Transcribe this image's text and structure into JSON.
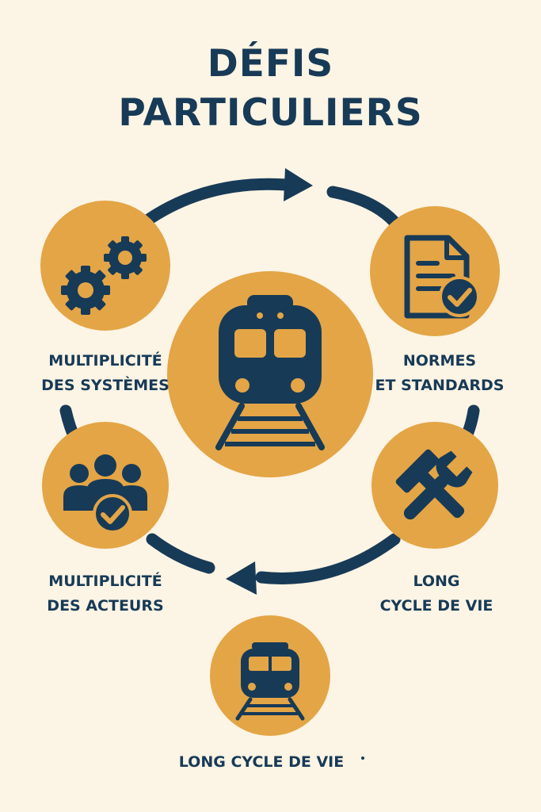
{
  "title": {
    "line1": "DÉFIS",
    "line2": "PARTICULIERS"
  },
  "colors": {
    "background": "#fcf4e4",
    "accent": "#e3a546",
    "navy": "#173a57"
  },
  "center": {
    "icon": "train-front-icon"
  },
  "items": [
    {
      "line1": "MULTIPLICITÉ",
      "line2": "DES SYSTÈMES",
      "icon": "gears-icon"
    },
    {
      "line1": "NORMES",
      "line2": "ET STANDARDS",
      "icon": "document-check-icon"
    },
    {
      "line1": "MULTIPLICITÉ",
      "line2": "DES ACTEURS",
      "icon": "people-check-icon"
    },
    {
      "line1": "LONG",
      "line2": "CYCLE DE VIE",
      "icon": "tools-icon"
    },
    {
      "line1": "LONG CYCLE DE VIE",
      "icon": "train-small-icon"
    }
  ]
}
